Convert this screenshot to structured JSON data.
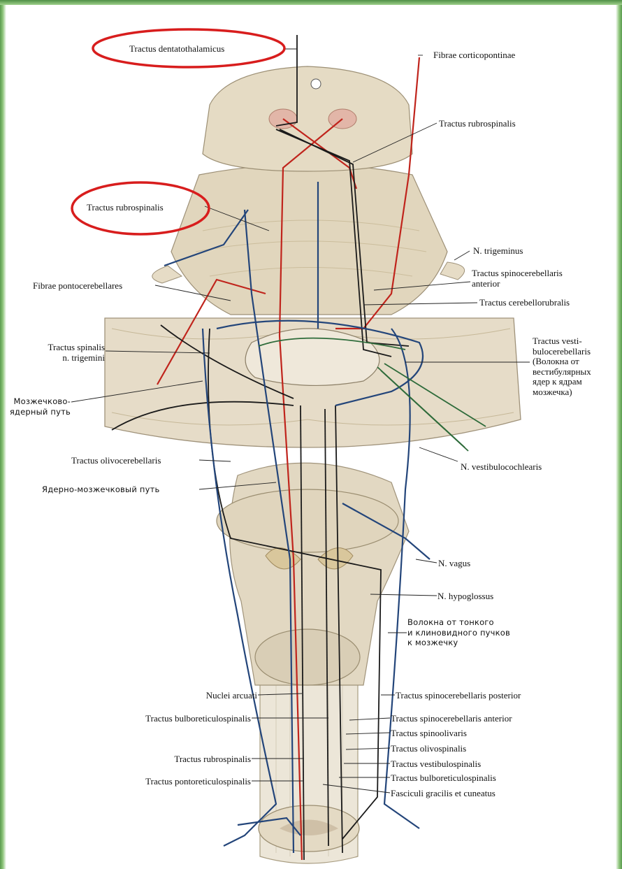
{
  "colors": {
    "tissue": "#e6dcc6",
    "tissue_dark": "#cdbf9f",
    "red_tract": "#c0241c",
    "blue_tract": "#23457a",
    "black_tract": "#1a1a1a",
    "green_tract": "#2e6b3a",
    "highlight_ellipse": "#d81d1d",
    "frame_green": "#5a9a4e"
  },
  "labels": {
    "dentatothalamicus": "Tractus dentatothalamicus",
    "corticopontinae": "Fibrae corticopontinae",
    "rubrospinalis_r": "Tractus rubrospinalis",
    "rubrospinalis_l": "Tractus rubrospinalis",
    "trigeminus": "N. trigeminus",
    "pontocerebellares": "Fibrae pontocerebellares",
    "spinocereb_ant": "Tractus spinocerebellaris\nanterior",
    "cerebellorubralis": "Tractus cerebellorubralis",
    "spinalis_trig": "Tractus spinalis\nn. trigemini",
    "vestibulocereb": "Tractus vesti-\nbulocerebellaris\n(Волокна от\nвестибулярных\nядер к ядрам\nмозжечка)",
    "cereb_nuclear": "Мозжечково-\nядерный путь",
    "olivocereb": "Tractus olivocerebellaris",
    "vestibulocochlearis": "N. vestibulocochlearis",
    "nuclear_cereb": "Ядерно-мозжечковый путь",
    "vagus": "N. vagus",
    "hypoglossus": "N. hypoglossus",
    "gracilis_fibers": "Волокна от тонкого\nи клиновидного пучков\nк мозжечку",
    "arcuati": "Nuclei arcuati",
    "spinocereb_post": "Tractus spinocerebellaris posterior",
    "bulboret_l": "Tractus bulboreticulospinalis",
    "spinocereb_ant2": "Tractus spinocerebellaris anterior",
    "spinoolivaris": "Tractus spinoolivaris",
    "rubrospinalis_low": "Tractus rubrospinalis",
    "olivospinalis": "Tractus olivospinalis",
    "vestibulospinalis": "Tractus vestibulospinalis",
    "pontoret": "Tractus pontoreticulospinalis",
    "bulboret_r": "Tractus bulboreticulospinalis",
    "fasciculi": "Fasciculi gracilis et cuneatus"
  }
}
